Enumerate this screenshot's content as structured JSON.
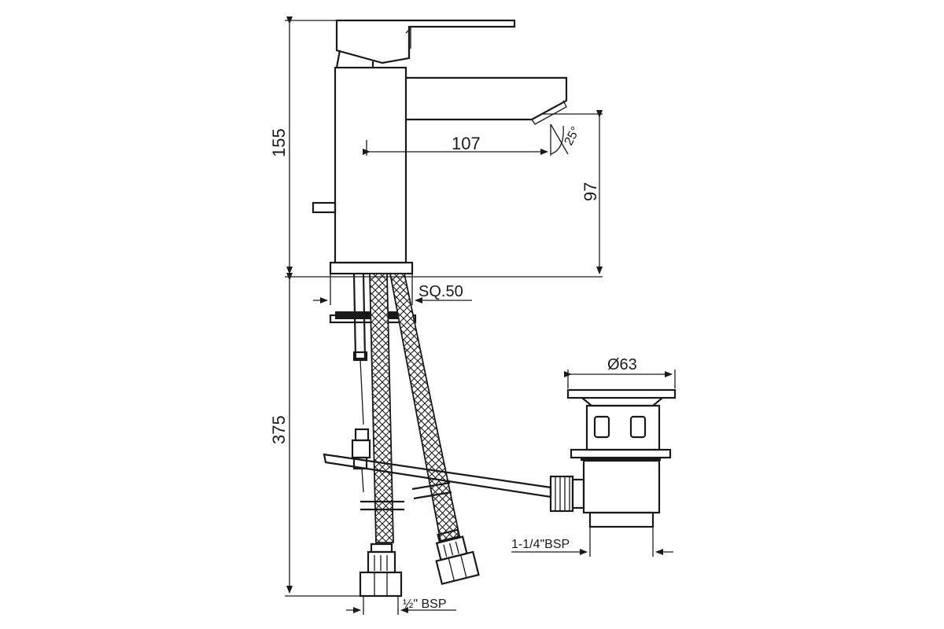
{
  "dimensions": {
    "total_height_upper": "155",
    "total_height_lower": "375",
    "spout_reach": "107",
    "spout_angle": "25°",
    "spout_height": "97",
    "base_size": "SQ.50",
    "waste_diameter": "Ø63",
    "waste_thread": "1-1/4\"BSP",
    "hose_thread": "½\" BSP"
  },
  "colors": {
    "line": "#1a1a1a",
    "background": "#ffffff"
  }
}
